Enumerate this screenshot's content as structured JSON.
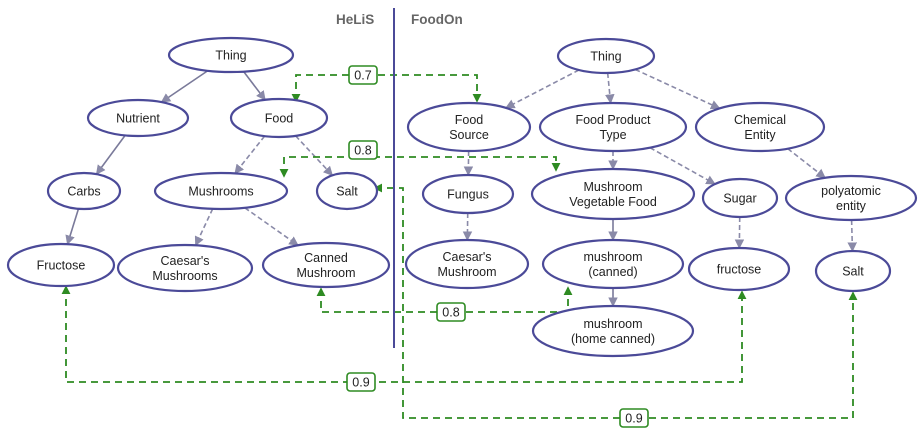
{
  "ontologies": {
    "left": "HeLiS",
    "right": "FoodOn"
  },
  "colors": {
    "node_stroke": "#4b4a98",
    "mapping_line": "#2e8b22",
    "edge": "#8a8aa8",
    "title": "#666666"
  },
  "nodes": [
    {
      "id": "h_thing",
      "lines": [
        "Thing"
      ]
    },
    {
      "id": "h_nutrient",
      "lines": [
        "Nutrient"
      ]
    },
    {
      "id": "h_food",
      "lines": [
        "Food"
      ]
    },
    {
      "id": "h_carbs",
      "lines": [
        "Carbs"
      ]
    },
    {
      "id": "h_mushrooms",
      "lines": [
        "Mushrooms"
      ]
    },
    {
      "id": "h_salt",
      "lines": [
        "Salt"
      ]
    },
    {
      "id": "h_fructose",
      "lines": [
        "Fructose"
      ]
    },
    {
      "id": "h_caesars",
      "lines": [
        "Caesar's",
        "Mushrooms"
      ]
    },
    {
      "id": "h_canned",
      "lines": [
        "Canned",
        "Mushroom"
      ]
    },
    {
      "id": "f_thing",
      "lines": [
        "Thing"
      ]
    },
    {
      "id": "f_foodsource",
      "lines": [
        "Food",
        "Source"
      ]
    },
    {
      "id": "f_foodproducttype",
      "lines": [
        "Food Product",
        "Type"
      ]
    },
    {
      "id": "f_chemicalentity",
      "lines": [
        "Chemical",
        "Entity"
      ]
    },
    {
      "id": "f_fungus",
      "lines": [
        "Fungus"
      ]
    },
    {
      "id": "f_mushroomveg",
      "lines": [
        "Mushroom",
        "Vegetable Food"
      ]
    },
    {
      "id": "f_sugar",
      "lines": [
        "Sugar"
      ]
    },
    {
      "id": "f_polyatomic",
      "lines": [
        "polyatomic",
        "entity"
      ]
    },
    {
      "id": "f_caesars",
      "lines": [
        "Caesar's",
        "Mushroom"
      ]
    },
    {
      "id": "f_mushroomcanned",
      "lines": [
        "mushroom",
        "(canned)"
      ]
    },
    {
      "id": "f_fructose",
      "lines": [
        "fructose"
      ]
    },
    {
      "id": "f_salt",
      "lines": [
        "Salt"
      ]
    },
    {
      "id": "f_homecanned",
      "lines": [
        "mushroom",
        "(home canned)"
      ]
    }
  ],
  "mappings": [
    {
      "from": "h_food",
      "to": "f_foodsource",
      "score": "0.7"
    },
    {
      "from": "h_salt",
      "to": "f_mushroomveg",
      "score": "0.8"
    },
    {
      "from": "h_canned",
      "to": "f_mushroomcanned",
      "score": "0.8"
    },
    {
      "from": "h_fructose",
      "to": "f_fructose",
      "score": "0.9"
    },
    {
      "from": "h_salt",
      "to": "f_salt",
      "score": "0.9"
    }
  ]
}
